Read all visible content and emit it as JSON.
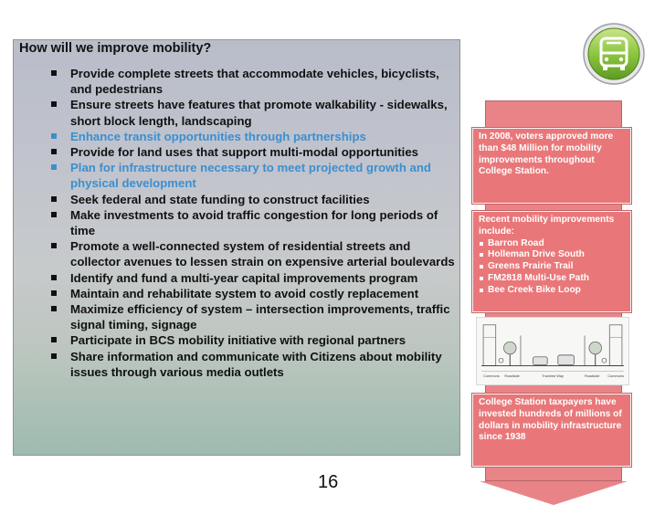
{
  "main": {
    "title": "How will we improve mobility?",
    "items": [
      {
        "text": "Provide complete streets that accommodate vehicles, bicyclists, and pedestrians",
        "highlight": false
      },
      {
        "text": "Ensure streets have features that promote walkability - sidewalks, short block length, landscaping",
        "highlight": false
      },
      {
        "text": "Enhance transit opportunities through partnerships",
        "highlight": true
      },
      {
        "text": "Provide for land uses that support multi-modal opportunities",
        "highlight": false
      },
      {
        "text": "Plan for infrastructure necessary to meet projected growth and physical development",
        "highlight": true
      },
      {
        "text": "Seek federal and state funding to construct facilities",
        "highlight": false
      },
      {
        "text": "Make investments to avoid traffic congestion for long periods of time",
        "highlight": false
      },
      {
        "text": "Promote a well-connected system of residential streets and collector avenues to lessen strain on expensive arterial boulevards",
        "highlight": false
      },
      {
        "text": "Identify and fund a multi-year capital improvements program",
        "highlight": false
      },
      {
        "text": "Maintain and rehabilitate system to avoid costly replacement",
        "highlight": false
      },
      {
        "text": "Maximize efficiency of system – intersection improvements, traffic signal timing, signage",
        "highlight": false
      },
      {
        "text": "Participate in BCS mobility initiative with regional partners",
        "highlight": false
      },
      {
        "text": "Share information and communicate with Citizens about mobility issues through various media outlets",
        "highlight": false
      }
    ]
  },
  "side": {
    "box1": "In 2008, voters approved more than $48 Million for mobility improvements throughout College Station.",
    "box2": {
      "heading": "Recent mobility improvements include:",
      "items": [
        "Barron Road",
        "Holleman Drive South",
        "Greens Prairie Trail",
        "FM2818 Multi-Use Path",
        "Bee Creek Bike Loop"
      ]
    },
    "box3": "College Station taxpayers have invested hundreds of  millions of dollars in mobility infrastructure since 1938"
  },
  "diagram": {
    "labels": [
      "Commons",
      "Roadside",
      "Traveled Way",
      "Roadside",
      "Commons"
    ]
  },
  "page_number": "16",
  "colors": {
    "accent_blue": "#3b8fd0",
    "side_red": "#e97779",
    "badge_green": "#8dc63f"
  },
  "icons": {
    "badge": "bus-icon"
  }
}
